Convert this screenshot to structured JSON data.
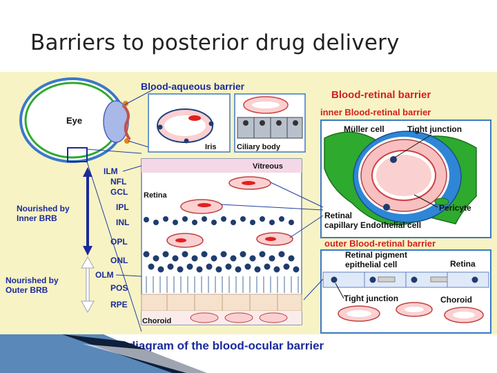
{
  "slide_title": "Barriers to posterior drug delivery",
  "colors": {
    "panel_background": "#f7f3c4",
    "title_blue": "#1b2a9c",
    "title_red": "#d42020",
    "green_cell": "#2eaa2e",
    "blue_cell": "#2f86d6",
    "pink": "#f8c0c0",
    "red": "#e02020",
    "nucleus": "#1f3c6e"
  },
  "diagram": {
    "blood_aqueous_barrier": "Blood-aqueous barrier",
    "eye": "Eye",
    "iris": "Iris",
    "ciliary_body": "Ciliary body",
    "blood_retinal_barrier": "Blood-retinal barrier",
    "inner_brb": "inner Blood-retinal barrier",
    "muller_cell": "Müller cell",
    "tight_junction": "Tight junction",
    "pericyte": "Pericyte",
    "retinal_capillary_line1": "Retinal",
    "retinal_capillary_line2": "capillary Endothelial cell",
    "outer_brb": "outer Blood-retinal barrier",
    "rpe_cell_line1": "Retinal pigment",
    "rpe_cell_line2": "epithelial cell",
    "retina_right": "Retina",
    "tight_junction_bottom": "Tight junction",
    "choroid_right": "Choroid",
    "vitreous": "Vitreous",
    "retina_label": "Retina",
    "choroid_label": "Choroid",
    "layers": [
      "ILM",
      "NFL",
      "GCL",
      "IPL",
      "INL",
      "OPL",
      "ONL",
      "OLM",
      "POS",
      "RPE"
    ],
    "nourished_inner_line1": "Nourished by",
    "nourished_inner_line2": "Inner BRB",
    "nourished_outer_line1": "Nourished by",
    "nourished_outer_line2": "Outer BRB",
    "caption": "Schematic diagram of the blood-ocular barrier"
  }
}
